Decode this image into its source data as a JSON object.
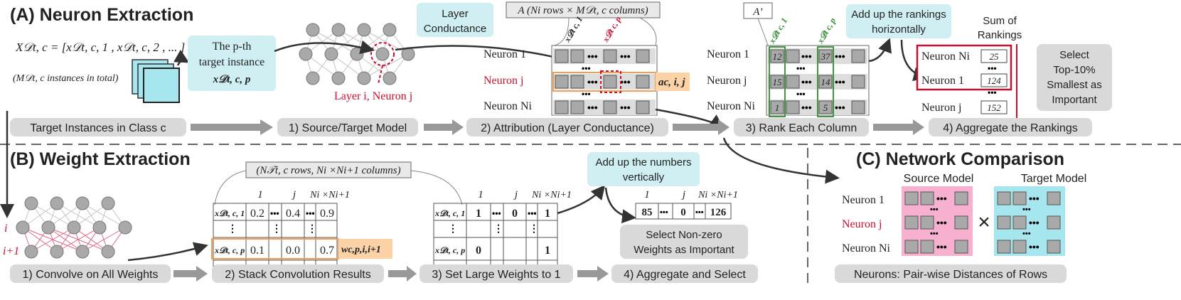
{
  "section_a": {
    "title": "(A) Neuron Extraction",
    "x_def": "X𝒟t, c = [x𝒟t, c, 1 , x𝒟t, c, 2 , ... ]",
    "instances_note": "(M𝒟t, c instances in total)",
    "target_box_line1": "The p-th",
    "target_box_line2": "target instance",
    "target_box_line3": "x𝒟t, c, p",
    "layer_neuron_label": "Layer i, Neuron j",
    "layer_conductance_line1": "Layer",
    "layer_conductance_line2": "Conductance",
    "matrix_a_caption": "A (Ni rows × M𝒟t, c columns)",
    "col_label_1": "x𝒟t c, 1",
    "col_label_p": "x𝒟t c, p",
    "neuron_1": "Neuron 1",
    "neuron_j": "Neuron j",
    "neuron_ni": "Neuron Ni",
    "a_cij": "ac, i, j",
    "a_prime": "A’",
    "rank_col_1": "x𝒟t c, 1",
    "rank_col_p": "x𝒟t c, p",
    "rank_r1c1": "12",
    "rank_r1cp": "37",
    "rank_rjc1": "15",
    "rank_rjcp": "14",
    "rank_rnc1": "1",
    "rank_rncp": "5",
    "add_rankings_line1": "Add up the rankings",
    "add_rankings_line2": "horizontally",
    "sum_rankings_line1": "Sum of",
    "sum_rankings_line2": "Rankings",
    "sum_row1_label": "Neuron Ni",
    "sum_row1_value": "25",
    "sum_row2_label": "Neuron 1",
    "sum_row2_value": "124",
    "sum_row3_label": "Neuron j",
    "sum_row3_value": "152",
    "select_top_line1": "Select",
    "select_top_line2": "Top-10%",
    "select_top_line3": "Smallest as",
    "select_top_line4": "Important",
    "steps": [
      "Target Instances in Class c",
      "1) Source/Target Model",
      "2) Attribution (Layer Conductance)",
      "3) Rank Each Column",
      "4) Aggregate the Rankings"
    ]
  },
  "section_b": {
    "title": "(B) Weight Extraction",
    "layer_i": "i",
    "layer_i1": "i+1",
    "matrix_caption": "(N𝒯t, c rows, Ni ×Ni+1 columns)",
    "col_1": "1",
    "col_j": "j",
    "col_n": "Ni ×Ni+1",
    "row_1_label": "x𝒟t, c, 1",
    "row_p_label": "x𝒟t, c, p",
    "m1_r1": [
      "0.2",
      "0.4",
      "0.9"
    ],
    "m1_rp": [
      "0.1",
      "0.0",
      "0.7"
    ],
    "w_label": "wc,p,i,i+1",
    "m2_r1": [
      "1",
      "0",
      "1"
    ],
    "m2_rp": [
      "0",
      "",
      "1"
    ],
    "add_numbers_line1": "Add up the numbers",
    "add_numbers_line2": "vertically",
    "sum_values": [
      "85",
      "0",
      "126"
    ],
    "select_nonzero_line1": "Select Non-zero",
    "select_nonzero_line2": "Weights as Important",
    "steps": [
      "1) Convolve on All Weights",
      "2) Stack Convolution Results",
      "3) Set Large Weights to 1",
      "4) Aggregate and Select"
    ]
  },
  "section_c": {
    "title": "(C) Network Comparison",
    "source_label": "Source Model",
    "target_label": "Target Model",
    "neuron_1": "Neuron 1",
    "neuron_j": "Neuron j",
    "neuron_ni": "Neuron Ni",
    "times": "×",
    "footer": "Neurons: Pair-wise Distances of Rows"
  },
  "colors": {
    "step_fill": "#d9d9d9",
    "cyan_box": "#cfeff3",
    "orange_highlight": "#fbd3a7",
    "red": "#c8102e",
    "green": "#2e8b2e",
    "pink": "#f7b0cf",
    "cyan_matrix": "#a6e6ee",
    "cell_gray": "#a9a9a9"
  }
}
